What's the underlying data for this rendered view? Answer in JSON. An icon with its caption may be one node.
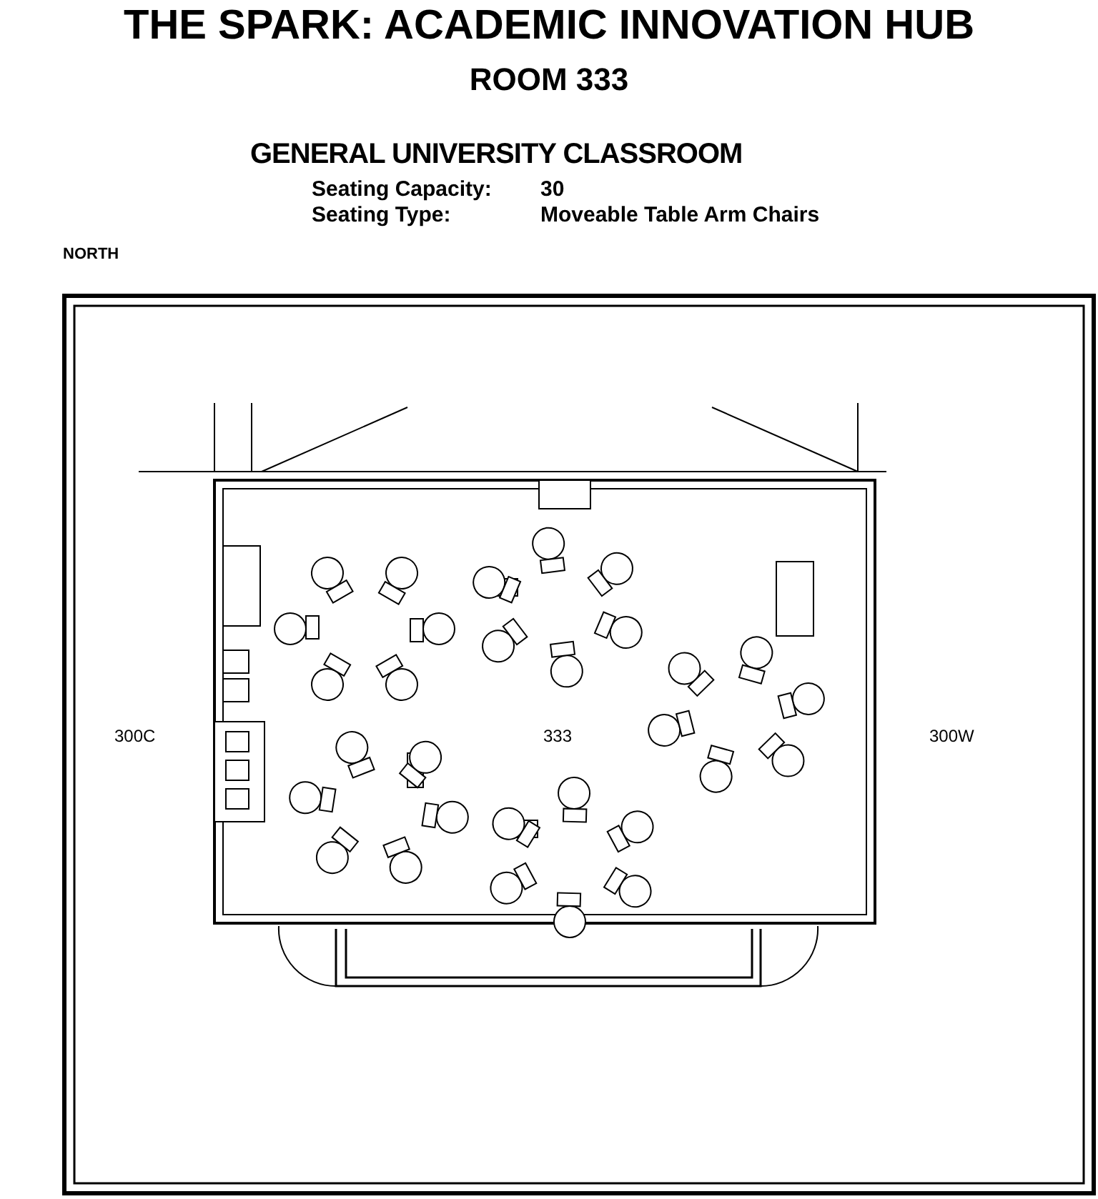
{
  "diagram": {
    "title": "THE SPARK: ACADEMIC INNOVATION HUB",
    "labels": [
      "ROOM 333",
      "GENERAL UNIVERSITY CLASSROOM",
      "NORTH",
      "Seating Capacity:",
      "30",
      "Seating Type:",
      "Moveable Table Arm Chairs",
      "300C",
      "333",
      "300W"
    ]
  }
}
